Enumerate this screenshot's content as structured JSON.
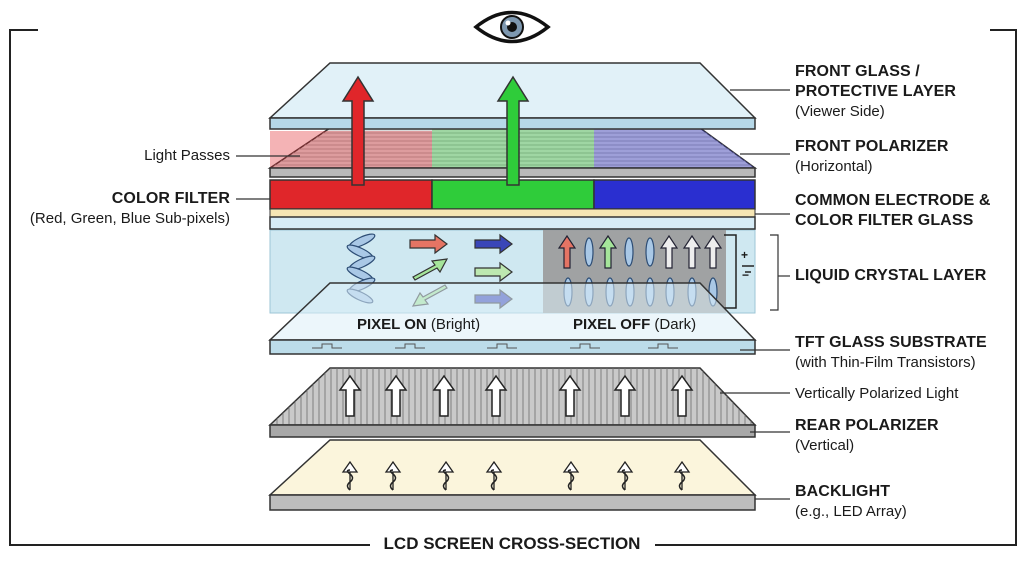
{
  "diagram": {
    "title": "LCD SCREEN CROSS-SECTION",
    "layers": [
      {
        "name": "FRONT GLASS /",
        "name2": "PROTECTIVE LAYER",
        "detail": "(Viewer Side)"
      },
      {
        "name": "FRONT POLARIZER",
        "detail": "(Horizontal)"
      },
      {
        "name": "COMMON ELECTRODE &",
        "name2": "COLOR FILTER GLASS"
      },
      {
        "name": "LIQUID CRYSTAL LAYER"
      },
      {
        "name": "TFT GLASS SUBSTRATE",
        "detail": "(with Thin-Film Transistors)"
      },
      {
        "detail": "Vertically Polarized Light"
      },
      {
        "name": "REAR POLARIZER",
        "detail": "(Vertical)"
      },
      {
        "name": "BACKLIGHT",
        "detail": "(e.g., LED Array)"
      }
    ],
    "left_labels": {
      "light_passes": "Light Passes",
      "color_filter": "COLOR FILTER",
      "color_filter_detail": "(Red, Green, Blue Sub-pixels)"
    },
    "pixel_on": {
      "label": "PIXEL ON",
      "detail": "(Bright)"
    },
    "pixel_off": {
      "label": "PIXEL OFF",
      "detail": "(Dark)"
    },
    "voltage_plus": "+",
    "voltage_minus": "−",
    "colors": {
      "red": "#e0262a",
      "green": "#2fcc3a",
      "blue": "#2a2fd0",
      "glass": "#d7ecf6",
      "lc_layer": "#cfe8f1",
      "dark_pixel": "#9a9a9a",
      "backlight": "#fbf5dc"
    }
  }
}
